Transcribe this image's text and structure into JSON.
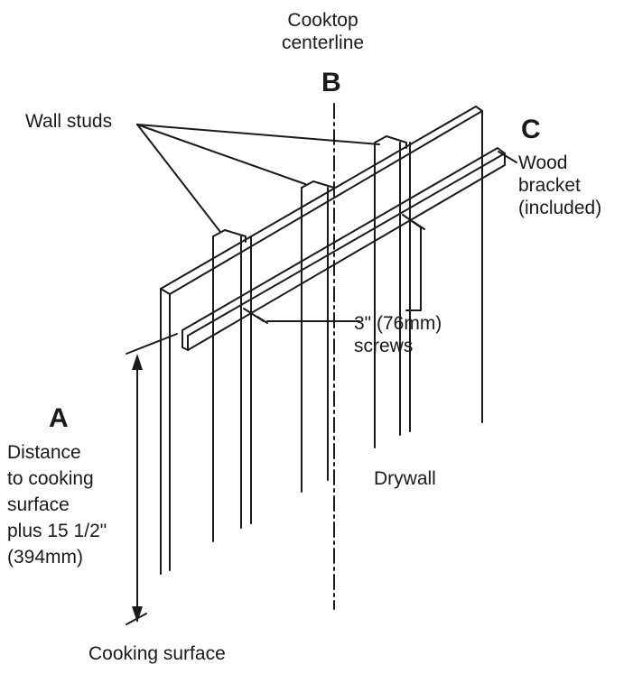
{
  "labels": {
    "cooktop_centerline": "Cooktop\ncenterline",
    "letter_b": "B",
    "wall_studs": "Wall studs",
    "letter_c": "C",
    "wood_bracket": "Wood\nbracket\n(included)",
    "screws": "3\" (76mm)\nscrews",
    "letter_a": "A",
    "distance": "Distance\nto cooking\nsurface\nplus 15 1/2\"\n(394mm)",
    "drywall": "Drywall",
    "cooking_surface": "Cooking surface"
  },
  "colors": {
    "line": "#1a1a1a",
    "text": "#1a1a1a",
    "background": "#ffffff"
  }
}
